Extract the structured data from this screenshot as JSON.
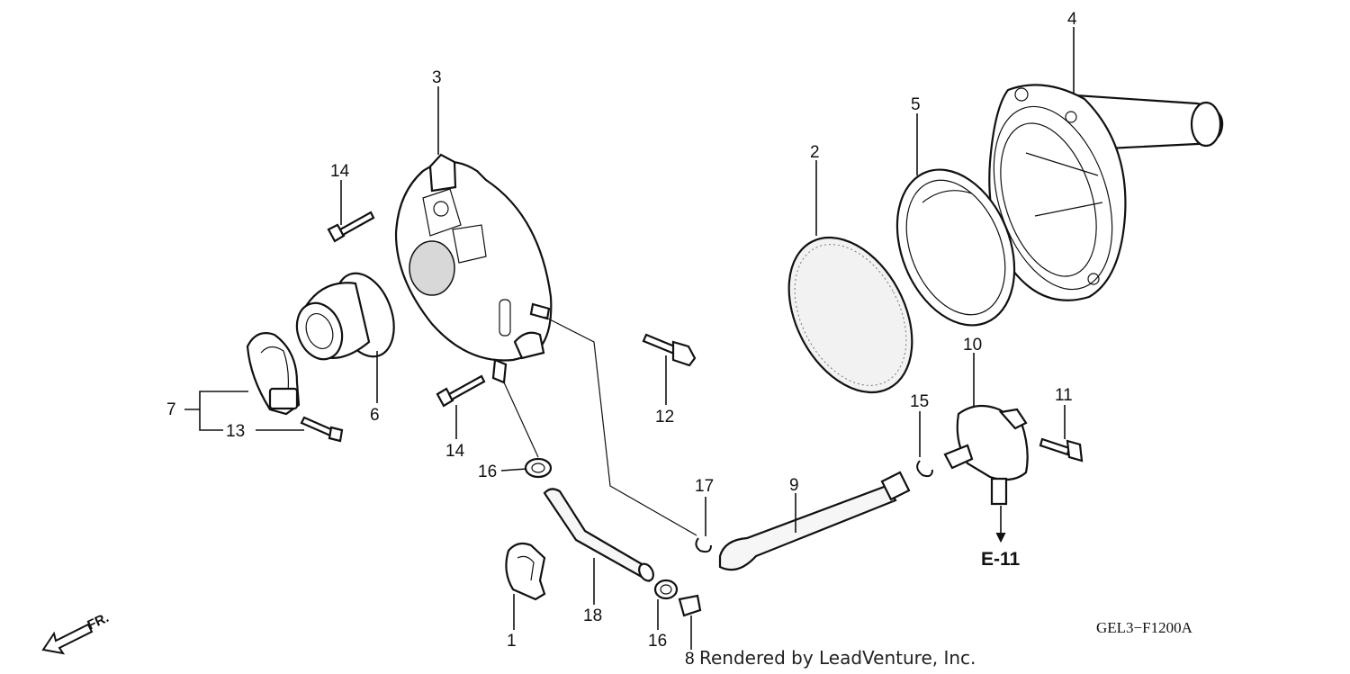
{
  "callouts": [
    "1",
    "2",
    "3",
    "4",
    "5",
    "6",
    "7",
    "8",
    "9",
    "10",
    "11",
    "12",
    "13",
    "14",
    "14",
    "15",
    "16",
    "16",
    "17",
    "18"
  ],
  "reference": "E-11",
  "direction_label": "FR.",
  "diagram_code": "GEL3−F1200A",
  "credit": "Rendered by LeadVenture, Inc."
}
